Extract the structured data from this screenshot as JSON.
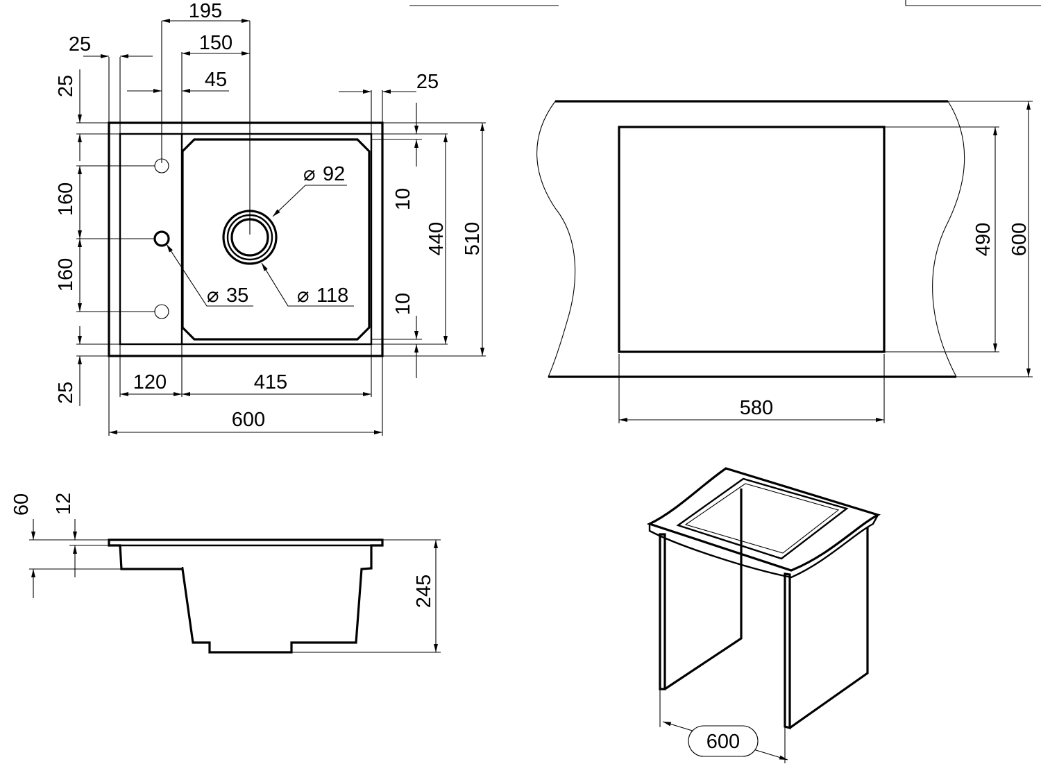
{
  "colors": {
    "line": "#000000",
    "background": "#ffffff"
  },
  "plan_view": {
    "dim_195": "195",
    "dim_150": "150",
    "dim_45": "45",
    "dim_25_top_left": "25",
    "dim_25_left_top": "25",
    "dim_25_right": "25",
    "dim_160_upper": "160",
    "dim_160_lower": "160",
    "dim_25_left_bottom": "25",
    "dim_10_upper": "10",
    "dim_10_lower": "10",
    "dim_440": "440",
    "dim_510": "510",
    "dim_120": "120",
    "dim_415": "415",
    "dim_600": "600",
    "dia_symbol": "⌀",
    "dia_92": "92",
    "dia_118": "118",
    "dia_35": "35"
  },
  "cutout_view": {
    "dim_580": "580",
    "dim_490": "490",
    "dim_600": "600"
  },
  "section_view": {
    "dim_60": "60",
    "dim_12": "12",
    "dim_245": "245"
  },
  "cabinet_view": {
    "dim_600": "600"
  }
}
